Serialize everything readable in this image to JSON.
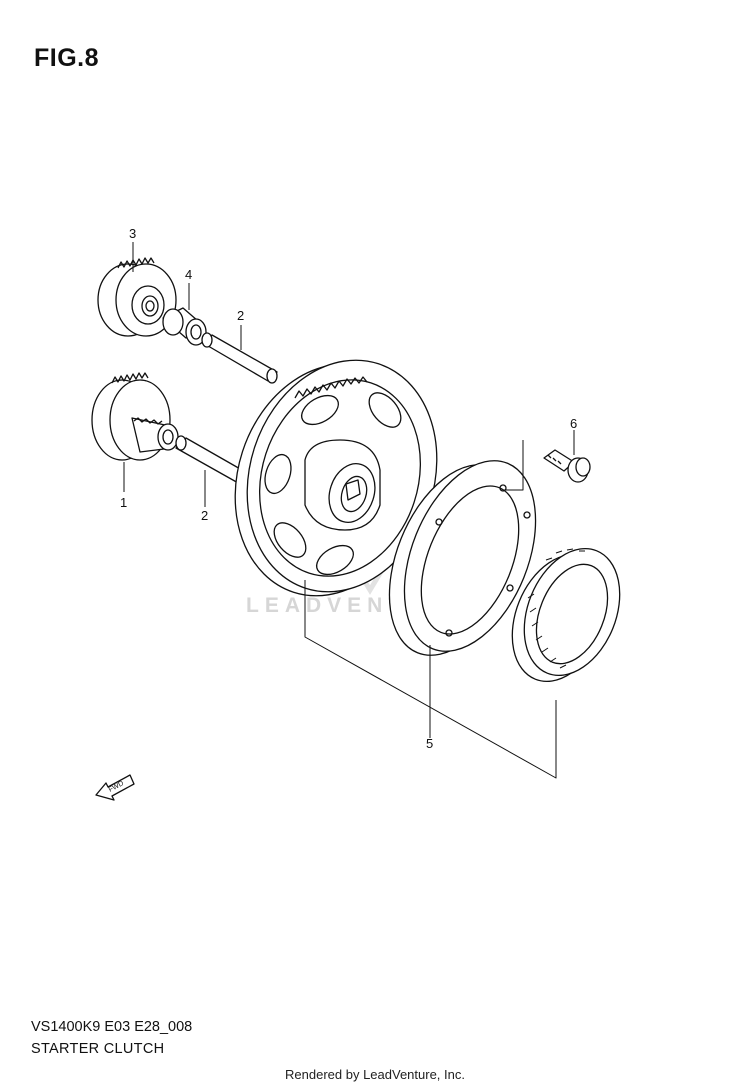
{
  "figure": {
    "title": "FIG.8",
    "model_code": "VS1400K9 E03 E28_008",
    "name": "STARTER CLUTCH"
  },
  "watermark": "LEADVENTURE",
  "direction_arrow_label": "FWD",
  "callouts": [
    {
      "id": "callout-1",
      "label": "1"
    },
    {
      "id": "callout-2a",
      "label": "2"
    },
    {
      "id": "callout-2b",
      "label": "2"
    },
    {
      "id": "callout-3",
      "label": "3"
    },
    {
      "id": "callout-4",
      "label": "4"
    },
    {
      "id": "callout-5",
      "label": "5"
    },
    {
      "id": "callout-6",
      "label": "6"
    }
  ],
  "footer": {
    "credit": "Rendered by LeadVenture, Inc."
  },
  "colors": {
    "ink": "#111111",
    "watermark": "#d6d6d6",
    "background": "#ffffff"
  }
}
